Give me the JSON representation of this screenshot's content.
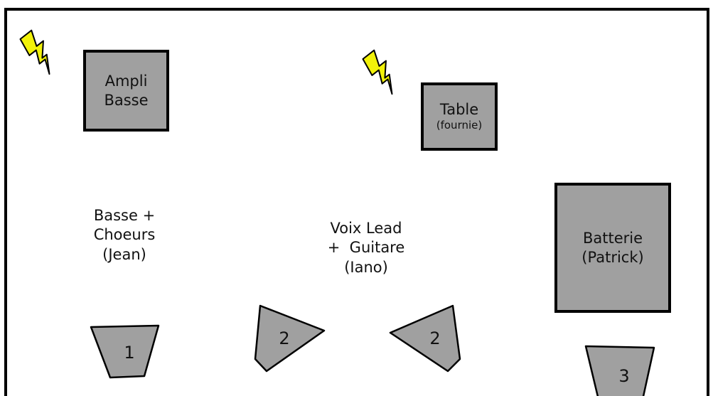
{
  "colors": {
    "equipment_fill": "#a0a0a0",
    "stroke": "#000000",
    "bolt_fill": "#f2f20a"
  },
  "icons": [
    "lightning-bolt-icon",
    "lightning-bolt-icon"
  ],
  "equipment": {
    "ampli_basse": {
      "line1": "Ampli",
      "line2": "Basse"
    },
    "table": {
      "main": "Table",
      "sub": "(fournie)"
    },
    "batterie": {
      "line1": "Batterie",
      "line2": "(Patrick)"
    }
  },
  "musicians": {
    "jean": {
      "line1": "Basse +",
      "line2": "Choeurs",
      "line3": "(Jean)"
    },
    "iano": {
      "line1": "Voix Lead",
      "line2": "+  Guitare",
      "line3": "(Iano)"
    }
  },
  "monitors": [
    {
      "label": "1"
    },
    {
      "label": "2"
    },
    {
      "label": "2"
    },
    {
      "label": "3"
    }
  ]
}
